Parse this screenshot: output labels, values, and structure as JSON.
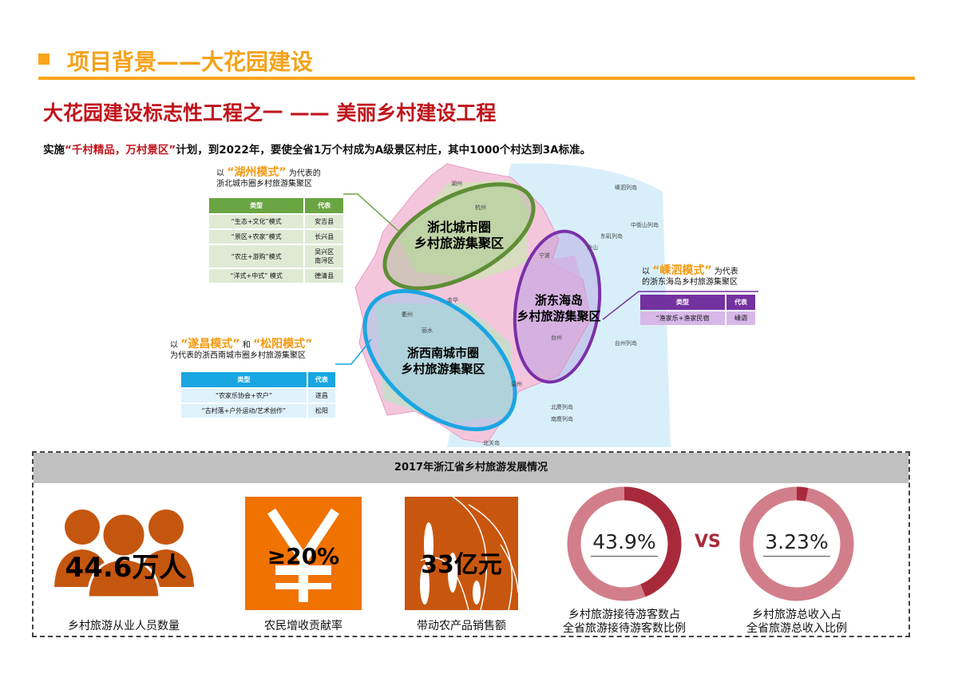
{
  "header": {
    "title": "项目背景——大花园建设",
    "subtitle": "大花园建设标志性工程之一 —— 美丽乡村建设工程",
    "sentence_pre": "实施",
    "sentence_highlight": "“千村精品，万村景区”",
    "sentence_post": "计划，到2022年，要使全省1万个村成为A级景区村庄，其中1000个村达到3A标准。"
  },
  "colors": {
    "accent": "#f9a51b",
    "title_red": "#c0141c",
    "green": "#6aa543",
    "blue": "#19a6e0",
    "purple": "#7431a0",
    "donut_light": "#d27e8a",
    "donut_dark": "#a82a3a",
    "icon_orange": "#c5560f"
  },
  "map": {
    "regions": [
      {
        "name": "浙北城市圈\n乡村旅游集聚区",
        "line1": "浙北城市圈",
        "line2": "乡村旅游集聚区"
      },
      {
        "line1": "浙东海岛",
        "line2": "乡村旅游集聚区"
      },
      {
        "line1": "浙西南城市圈",
        "line2": "乡村旅游集聚区"
      }
    ],
    "place_labels": [
      "湖州",
      "杭州",
      "宁波",
      "舟山",
      "衢州",
      "丽水",
      "台州",
      "温州",
      "金华",
      "嵊泗列岛",
      "中街山列岛",
      "东矶列岛",
      "台州列岛",
      "北麂列岛",
      "南麂列岛",
      "北关岛"
    ]
  },
  "north": {
    "prefix": "以",
    "mode": "“湖州模式”",
    "suffix": "为代表的",
    "line2": "浙北城市圈乡村旅游集聚区",
    "headers": [
      "类型",
      "代表"
    ],
    "rows": [
      [
        "“生态+文化”模式",
        "安吉县"
      ],
      [
        "“景区+农家”模式",
        "长兴县"
      ],
      [
        "“农庄+游购”模式",
        "吴兴区\n南浔区"
      ],
      [
        "“洋式+中式” 模式",
        "德清县"
      ]
    ]
  },
  "southwest": {
    "prefix": "以",
    "mode1": "“遂昌模式”",
    "and": "和",
    "mode2": "“松阳模式”",
    "line2": "为代表的浙西南城市圈乡村旅游集聚区",
    "headers": [
      "类型",
      "代表"
    ],
    "rows": [
      [
        "“农家乐协会+农户”",
        "遂昌"
      ],
      [
        "“古村落+户外运动/艺术创作”",
        "松阳"
      ]
    ]
  },
  "east": {
    "prefix": "以",
    "mode": "“嵊泗模式”",
    "suffix": "为代表",
    "line2": "的浙东海岛乡村旅游集聚区",
    "headers": [
      "类型",
      "代表"
    ],
    "rows": [
      [
        "“渔家乐+渔家民宿",
        "嵊泗"
      ]
    ]
  },
  "stats": {
    "title": "2017年浙江省乡村旅游发展情况",
    "items": [
      {
        "icon": "people-icon",
        "value": "44.6万人",
        "caption": "乡村旅游从业人员数量"
      },
      {
        "icon": "yen-icon",
        "value": "≥20%",
        "caption": "农民增收贡献率"
      },
      {
        "icon": "rice-icon",
        "value": "33亿元",
        "caption": "带动农产品销售额"
      }
    ],
    "donuts": [
      {
        "value": "43.9%",
        "percent": 43.9,
        "caption1": "乡村旅游接待游客数占",
        "caption2": "全省旅游接待游客数比例"
      },
      {
        "value": "3.23%",
        "percent": 3.23,
        "caption1": "乡村旅游总收入占",
        "caption2": "全省旅游总收入比例"
      }
    ],
    "vs": "VS"
  }
}
